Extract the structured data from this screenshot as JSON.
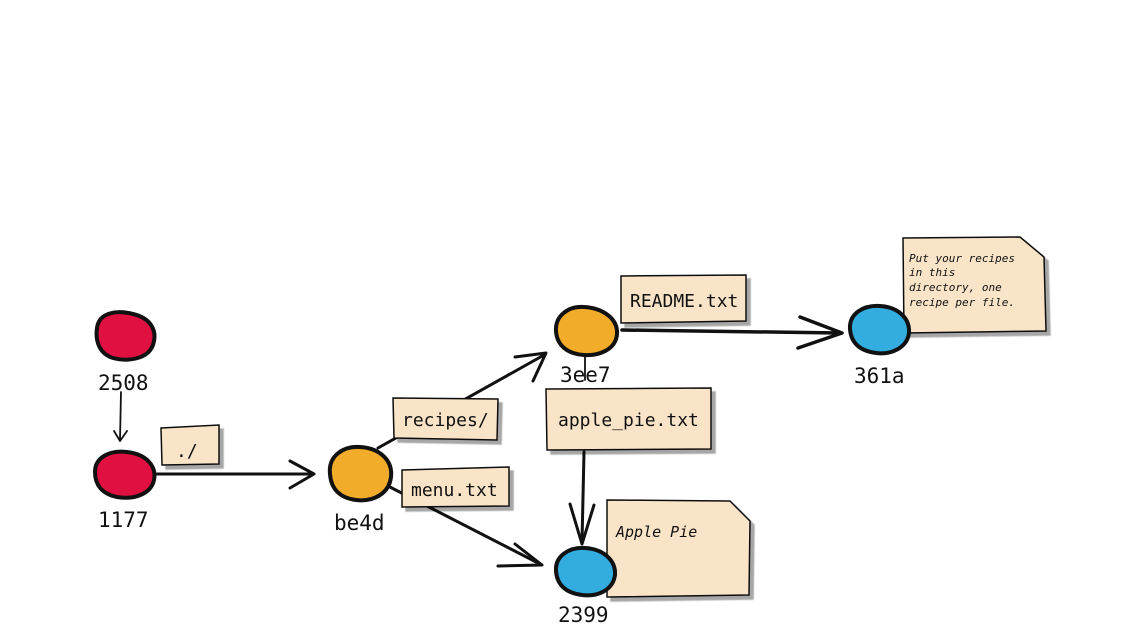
{
  "colors": {
    "commit": "#e01040",
    "tree": "#f2ac2a",
    "blob": "#33ace0",
    "label_fill": "#f9e4c8",
    "outline": "#111111"
  },
  "commits": [
    {
      "id": "2508",
      "kind": "commit"
    },
    {
      "id": "1177",
      "kind": "commit"
    }
  ],
  "trees": [
    {
      "id": "be4d",
      "kind": "tree"
    },
    {
      "id": "3ee7",
      "kind": "tree"
    }
  ],
  "blobs": [
    {
      "id": "2399",
      "kind": "blob"
    },
    {
      "id": "361a",
      "kind": "blob"
    }
  ],
  "edges": {
    "root": "./",
    "recipes_dir": "recipes/",
    "menu_file": "menu.txt",
    "readme_file": "README.txt",
    "apple_pie_file": "apple_pie.txt"
  },
  "notes": {
    "readme_content": [
      "Put your recipes",
      "in this",
      "directory, one",
      "recipe per file."
    ],
    "apple_pie_content": "Apple Pie"
  }
}
